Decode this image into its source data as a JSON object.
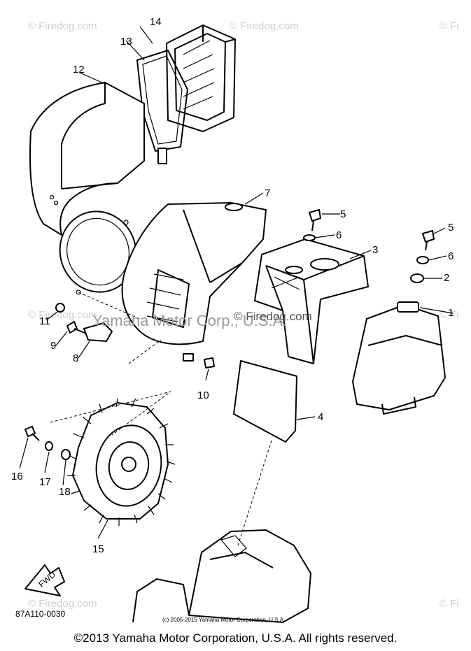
{
  "callouts": [
    "1",
    "2",
    "3",
    "4",
    "5",
    "5",
    "6",
    "6",
    "7",
    "8",
    "9",
    "10",
    "11",
    "12",
    "13",
    "14",
    "15",
    "16",
    "17",
    "18"
  ],
  "watermarks": {
    "site": "© Firedog.com",
    "fragment": "© Fi",
    "center_brand": "© Firedog.com",
    "center_text": "Yamaha Motor Corp., U.S.A."
  },
  "arrow_label": "FWD",
  "diagram_code": "87A110-0030",
  "small_copyright": "(c) 2005-2015 Yamaha Motor Corporation, U.S.A.",
  "footer_copyright": "©2013 Yamaha Motor Corporation, U.S.A. All rights reserved."
}
